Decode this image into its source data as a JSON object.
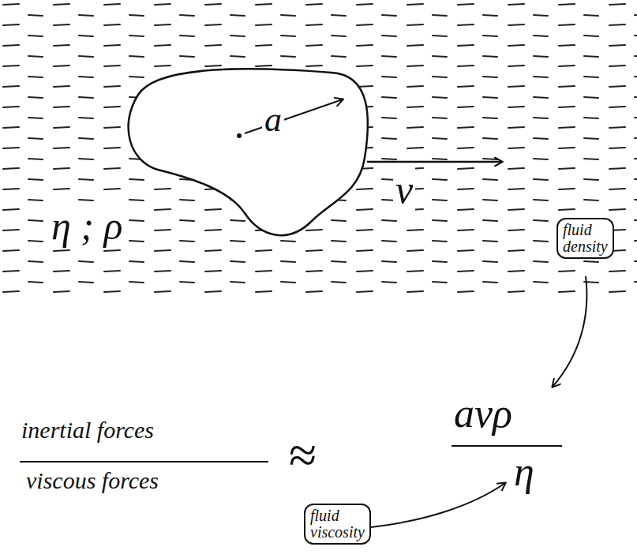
{
  "diagram": {
    "nodes": [
      {
        "text": [
          "a"
        ]
      },
      {
        "text": [
          "fluid density"
        ]
      },
      {
        "text": [
          "fluid viscosity"
        ]
      }
    ],
    "labels": [
      "v",
      "η ; ρ",
      "inertial forces",
      "viscous forces",
      "≈",
      "avρ",
      "η"
    ]
  }
}
